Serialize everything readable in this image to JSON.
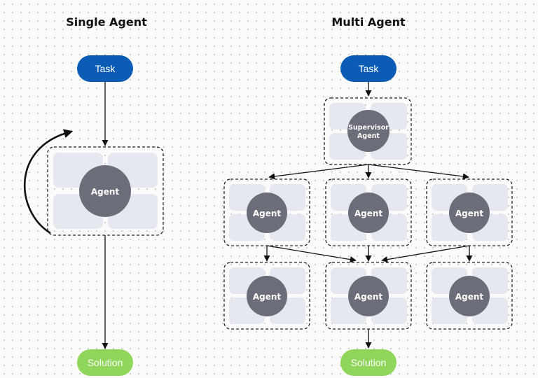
{
  "headings": {
    "single": "Single Agent",
    "multi": "Multi Agent"
  },
  "nodes": {
    "task": "Task",
    "agent": "Agent",
    "supervisor_line1": "Supervisor",
    "supervisor_line2": "Agent",
    "solution": "Solution"
  },
  "colors": {
    "task": "#0b5cb5",
    "solution": "#8fd65b",
    "agent_circle": "#6b6d79",
    "tile": "#e6e8ef",
    "edge": "#111111"
  }
}
